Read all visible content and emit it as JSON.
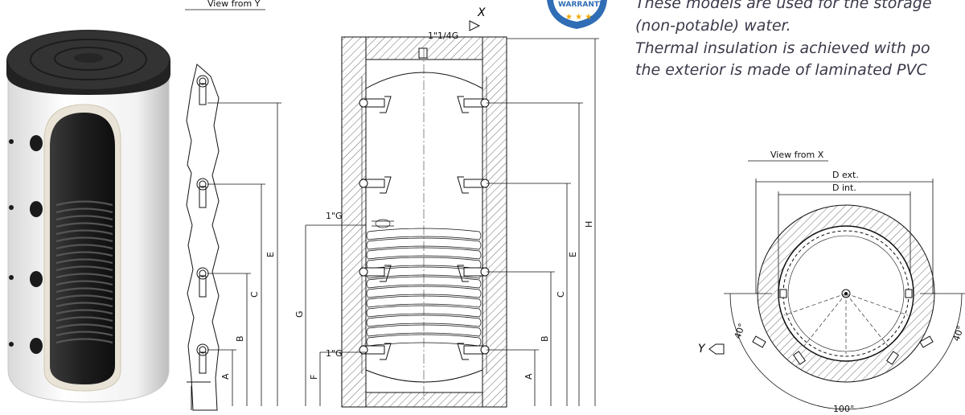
{
  "views": {
    "view_from_y": "View from Y",
    "view_from_x": "View from X"
  },
  "markers": {
    "x": "X",
    "y": "Y"
  },
  "connections": {
    "top": "1\"1/4G",
    "coil_upper": "1\"G",
    "coil_lower": "1\"G"
  },
  "dimensions": {
    "a": "A",
    "b": "B",
    "c": "C",
    "e": "E",
    "f": "F",
    "g": "G",
    "h": "H",
    "d_ext": "D  ext.",
    "d_int": "D  int."
  },
  "angles": {
    "left": "40°",
    "right": "40°",
    "bottom": "100°"
  },
  "description": {
    "line1": "These models are used for the storage",
    "line2": "(non-potable) water.",
    "line3": "Thermal insulation is achieved with po",
    "line4": "the exterior is made of laminated PVC"
  },
  "badge": {
    "text": "WARRANTY",
    "color": "#2f6db5"
  }
}
